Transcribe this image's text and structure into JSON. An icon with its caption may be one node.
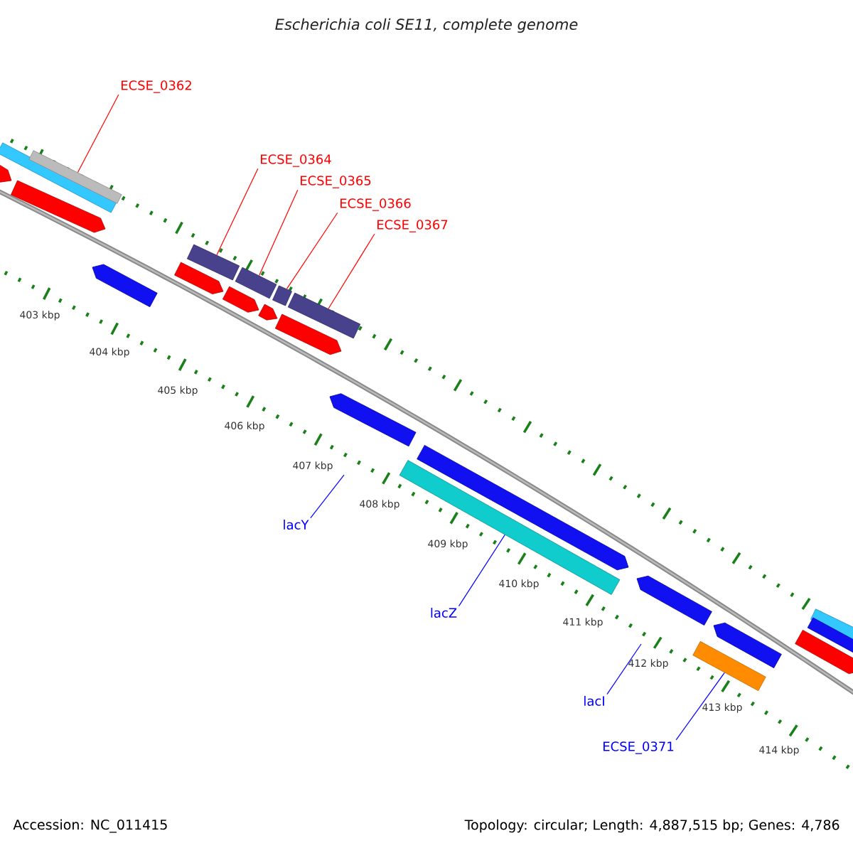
{
  "diagram": {
    "title": "Escherichia coli SE11, complete genome",
    "nodes": [
      {
        "text": [
          "ECSE_0362"
        ]
      },
      {
        "text": [],
        "shape": "bar"
      },
      {
        "text": [
          "ECSE_0364"
        ]
      },
      {
        "text": [
          "ECSE_0365"
        ]
      },
      {
        "text": [
          "ECSE_0366"
        ]
      },
      {
        "text": [
          "ECSE_0367"
        ]
      },
      {
        "text": [],
        "shape": "bar"
      },
      {
        "text": [],
        "shape": "bar"
      },
      {
        "text": [],
        "shape": "bar"
      },
      {
        "text": [],
        "shape": "bar"
      },
      {
        "text": [
          "lacY"
        ]
      },
      {
        "text": [
          "lacZ"
        ]
      },
      {
        "text": [
          "lacI"
        ]
      },
      {
        "text": [
          "ECSE_0371"
        ]
      },
      {
        "text": [],
        "shape": "bar"
      },
      {
        "text": [],
        "shape": "bar"
      }
    ],
    "edges": [
      {
        "from": 0,
        "to": 1,
        "arrow": "none",
        "color": "#ff0000"
      },
      {
        "from": 2,
        "to": 6,
        "arrow": "none",
        "color": "#ff0000"
      },
      {
        "from": 3,
        "to": 7,
        "arrow": "none",
        "color": "#ff0000"
      },
      {
        "from": 4,
        "to": 8,
        "arrow": "none",
        "color": "#ff0000"
      },
      {
        "from": 5,
        "to": 9,
        "arrow": "none",
        "color": "#ff0000"
      },
      {
        "from": 10,
        "to": null,
        "arrow": "none",
        "color": "#0000ff"
      },
      {
        "from": 11,
        "to": 15,
        "arrow": "none",
        "color": "#0000ff"
      },
      {
        "from": 12,
        "to": null,
        "arrow": "none",
        "color": "#0000ff"
      },
      {
        "from": 13,
        "to": 14,
        "arrow": "none",
        "color": "#0000ff"
      }
    ],
    "labels": [
      "403 kbp",
      "404 kbp",
      "405 kbp",
      "406 kbp",
      "407 kbp",
      "408 kbp",
      "409 kbp",
      "410 kbp",
      "411 kbp",
      "412 kbp",
      "413 kbp",
      "414 kbp",
      "Accession: NC_011415",
      "Topology: circular; Length: 4,887,515 bp; Genes: 4,786"
    ]
  }
}
